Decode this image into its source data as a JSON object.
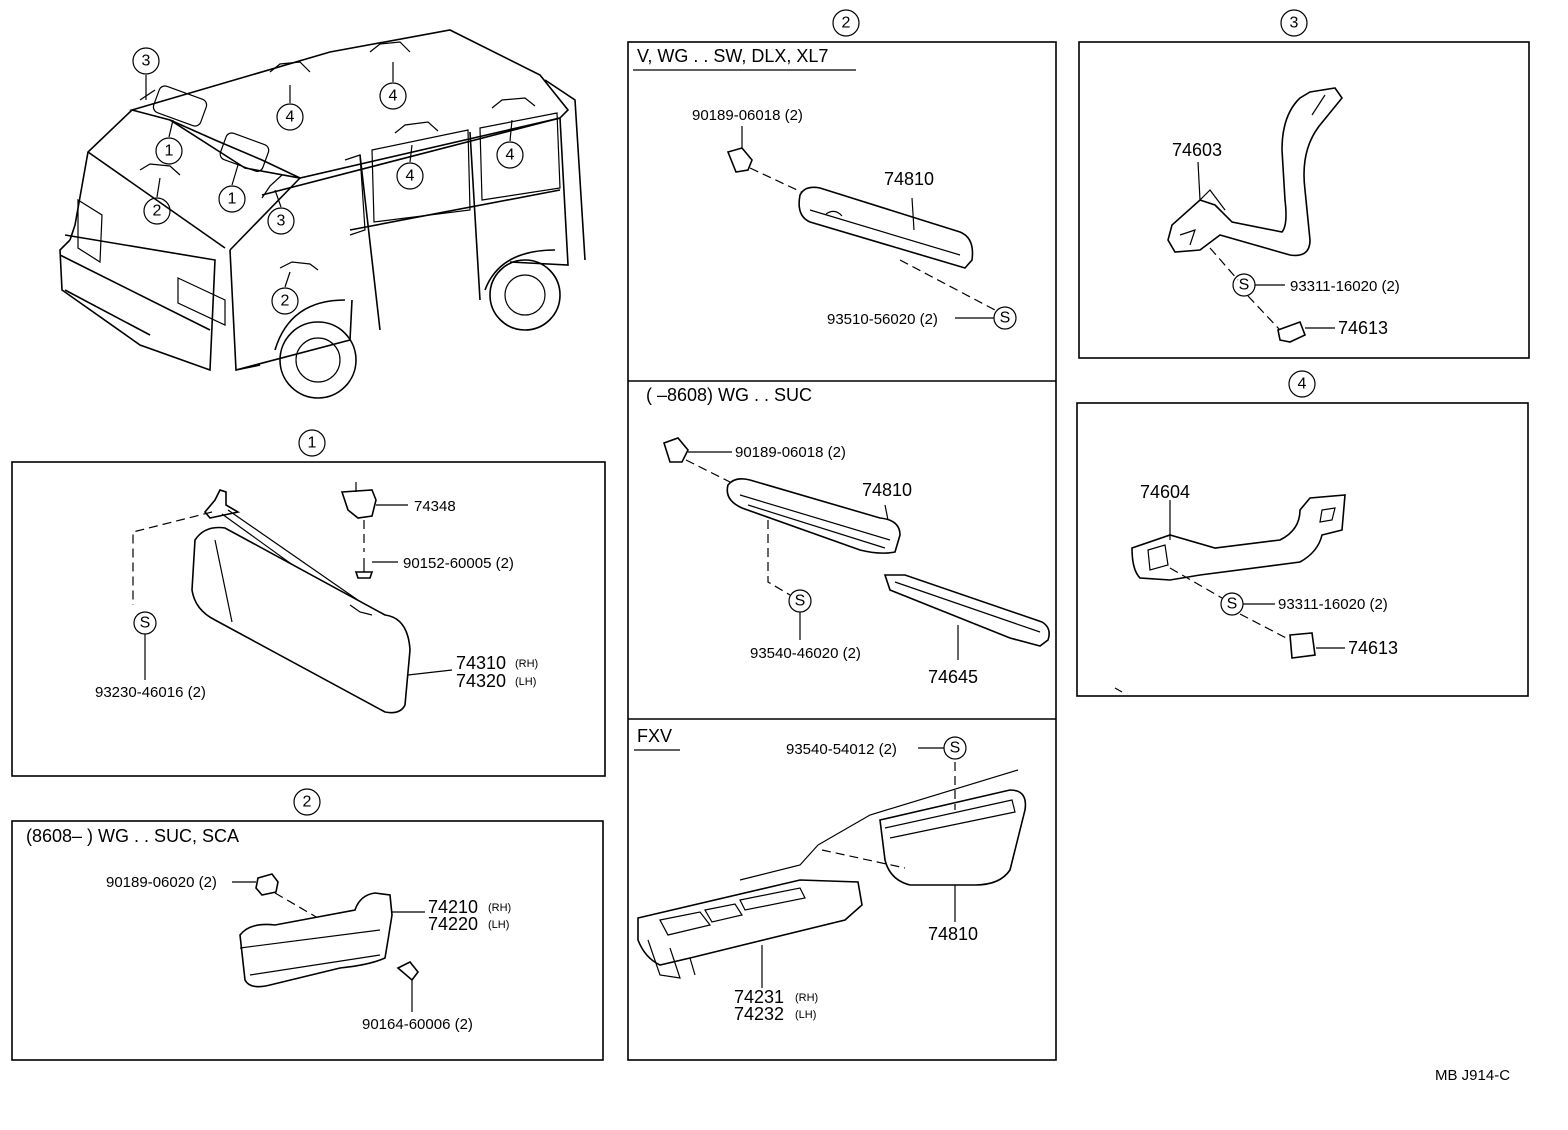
{
  "figure_code": "MB  J914-C",
  "callout_symbols": {
    "s_mark": "S",
    "one": "1",
    "two": "2",
    "three": "3",
    "four": "4"
  },
  "panel_van": {
    "callouts": [
      "3",
      "4",
      "4",
      "1",
      "1",
      "2",
      "3",
      "4",
      "4",
      "2"
    ]
  },
  "panel_1": {
    "number": "1",
    "parts": {
      "p74348": "74348",
      "p90152": "90152-60005 (2)",
      "p93230": "93230-46016 (2)",
      "p74310": "74310",
      "p74310_side": "(RH)",
      "p74320": "74320",
      "p74320_side": "(LH)"
    }
  },
  "panel_2a": {
    "number": "2",
    "heading": "V, WG . . SW, DLX, XL7",
    "parts": {
      "p90189": "90189-06018 (2)",
      "p74810": "74810",
      "p93510": "93510-56020 (2)"
    }
  },
  "panel_2b": {
    "heading": "(        –8608) WG . . SUC",
    "parts": {
      "p90189": "90189-06018 (2)",
      "p74810": "74810",
      "p93540": "93540-46020 (2)",
      "p74645": "74645"
    }
  },
  "panel_2c": {
    "heading": "FXV",
    "parts": {
      "p93540": "93540-54012 (2)",
      "p74810": "74810",
      "p74231": "74231",
      "p74231_side": "(RH)",
      "p74232": "74232",
      "p74232_side": "(LH)"
    }
  },
  "panel_2d": {
    "number": "2",
    "heading": "(8608–          ) WG . . SUC, SCA",
    "parts": {
      "p90189": "90189-06020 (2)",
      "p74210": "74210",
      "p74210_side": "(RH)",
      "p74220": "74220",
      "p74220_side": "(LH)",
      "p90164": "90164-60006 (2)"
    }
  },
  "panel_3": {
    "number": "3",
    "parts": {
      "p74603": "74603",
      "p93311": "93311-16020 (2)",
      "p74613": "74613"
    }
  },
  "panel_4": {
    "number": "4",
    "parts": {
      "p74604": "74604",
      "p93311": "93311-16020 (2)",
      "p74613": "74613"
    }
  }
}
